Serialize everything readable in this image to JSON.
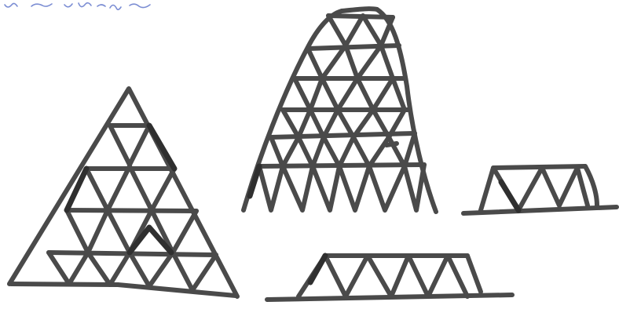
{
  "colors": {
    "paper": "#ffffff",
    "ink": "#4a4a4a",
    "pencil": "#5a70c8"
  },
  "figures": [
    "large-triangle-lattice",
    "bell-tower-lattice",
    "short-truss",
    "long-truss"
  ]
}
